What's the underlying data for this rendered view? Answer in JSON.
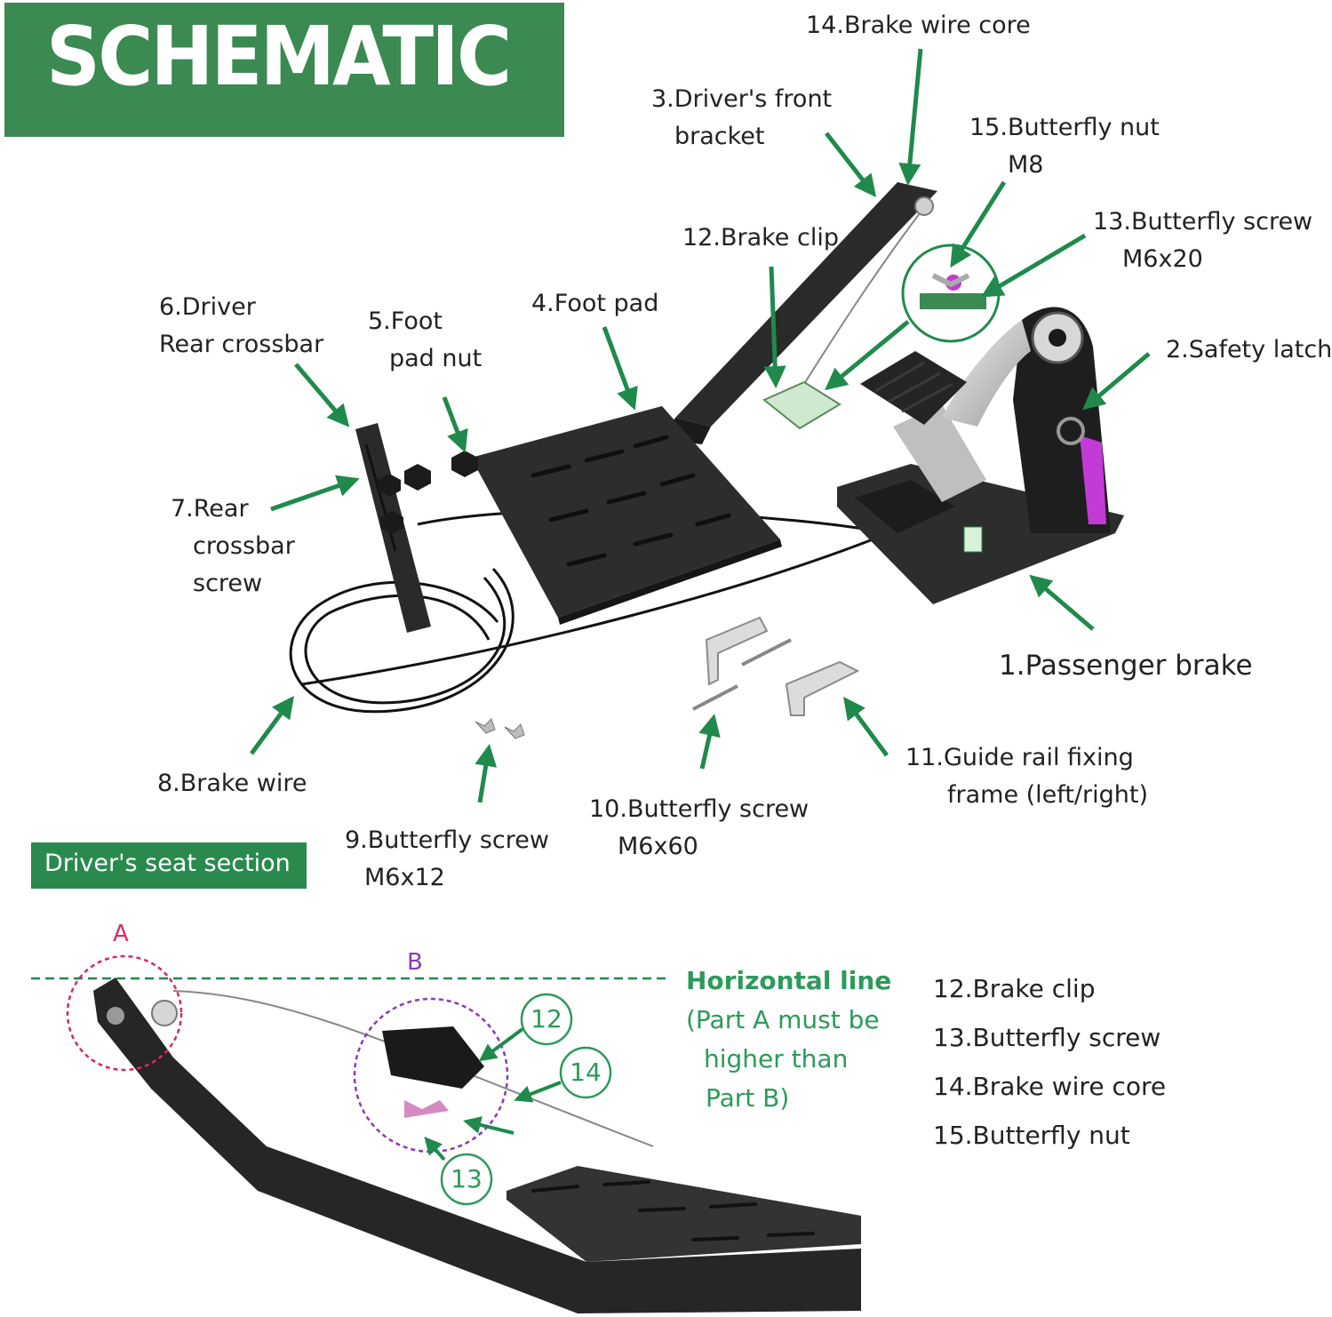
{
  "title": "SCHEMATIC",
  "labels": {
    "l1": "1.Passenger brake",
    "l2": "2.Safety latch",
    "l3": [
      "3.Driver's front",
      "bracket"
    ],
    "l4": "4.Foot pad",
    "l5": [
      "5.Foot",
      "pad nut"
    ],
    "l6": [
      "6.Driver",
      "Rear crossbar"
    ],
    "l7": [
      "7.Rear",
      "crossbar",
      "screw"
    ],
    "l8": "8.Brake wire",
    "l9": [
      "9.Butterfly screw",
      "M6x12"
    ],
    "l10": [
      "10.Butterfly screw",
      "M6x60"
    ],
    "l11": [
      "11.Guide rail fixing",
      "frame (left/right)"
    ],
    "l12": "12.Brake clip",
    "l13": [
      "13.Butterfly screw",
      "M6x20"
    ],
    "l14": "14.Brake wire core",
    "l15": [
      "15.Butterfly nut",
      "M8"
    ]
  },
  "section_label": "Driver's seat section",
  "detail": {
    "point_a": "A",
    "point_b": "B",
    "horizontal_title": "Horizontal line",
    "horizontal_note": [
      "(Part A must be",
      "higher than",
      "Part B)"
    ],
    "callouts": [
      "12",
      "14",
      "13"
    ]
  },
  "legend": [
    "12.Brake clip",
    "13.Butterfly screw",
    "14.Brake wire core",
    "15.Butterfly nut"
  ],
  "colors": {
    "brand_green": "#3a8a51",
    "arrow_green": "#1f8a4c",
    "note_green": "#2c9a5a",
    "marker_a": "#d42a6a",
    "marker_b": "#8a3ab8",
    "strap": "#c43ad6"
  }
}
